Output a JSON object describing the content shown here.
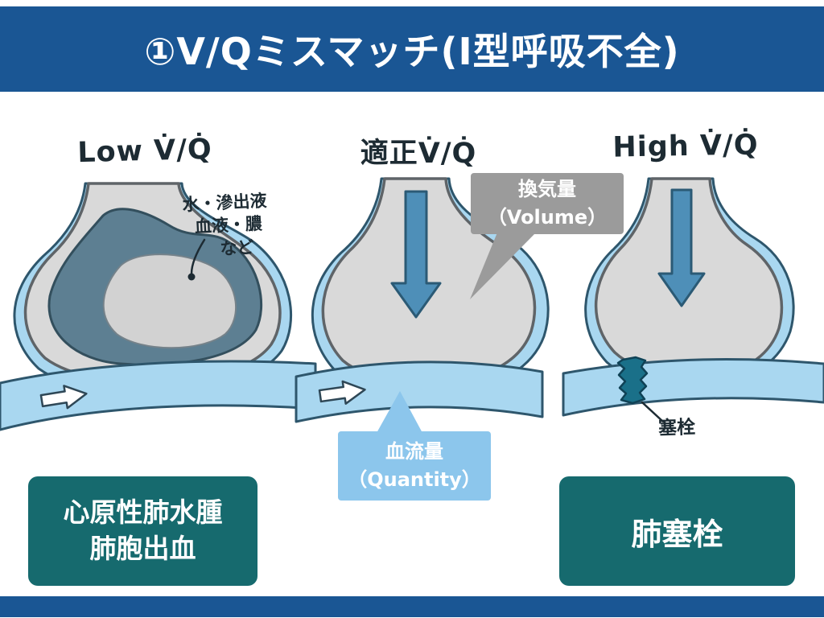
{
  "header": {
    "title": "①V/Qミスマッチ(Ⅰ型呼吸不全)"
  },
  "panels": {
    "low": {
      "title": "Low V̇/Q̇",
      "annotation": {
        "line1": "水・滲出液",
        "line2": "血液・膿",
        "line3": "など"
      },
      "caption": {
        "line1": "心原性肺水腫",
        "line2": "肺胞出血"
      }
    },
    "normal": {
      "title": "適正V̇/Q̇"
    },
    "high": {
      "title": "High V̇/Q̇",
      "embolus_label": "塞栓",
      "caption": "肺塞栓"
    }
  },
  "callouts": {
    "ventilation": {
      "line1": "換気量",
      "line2": "（Volume）"
    },
    "perfusion": {
      "line1": "血流量",
      "line2": "（Quantity）"
    }
  },
  "colors": {
    "banner_blue": "#1a5694",
    "teal_box": "#166a6e",
    "vessel_blue": "#a9d7f0",
    "alveolus_gray": "#d9d9d9",
    "fluid_slate": "#5d7f92",
    "arrow_blue": "#4e8fb8",
    "gray_callout": "#9b9b9b",
    "blue_callout": "#8cc6ec",
    "embolus_teal": "#1a7089"
  }
}
